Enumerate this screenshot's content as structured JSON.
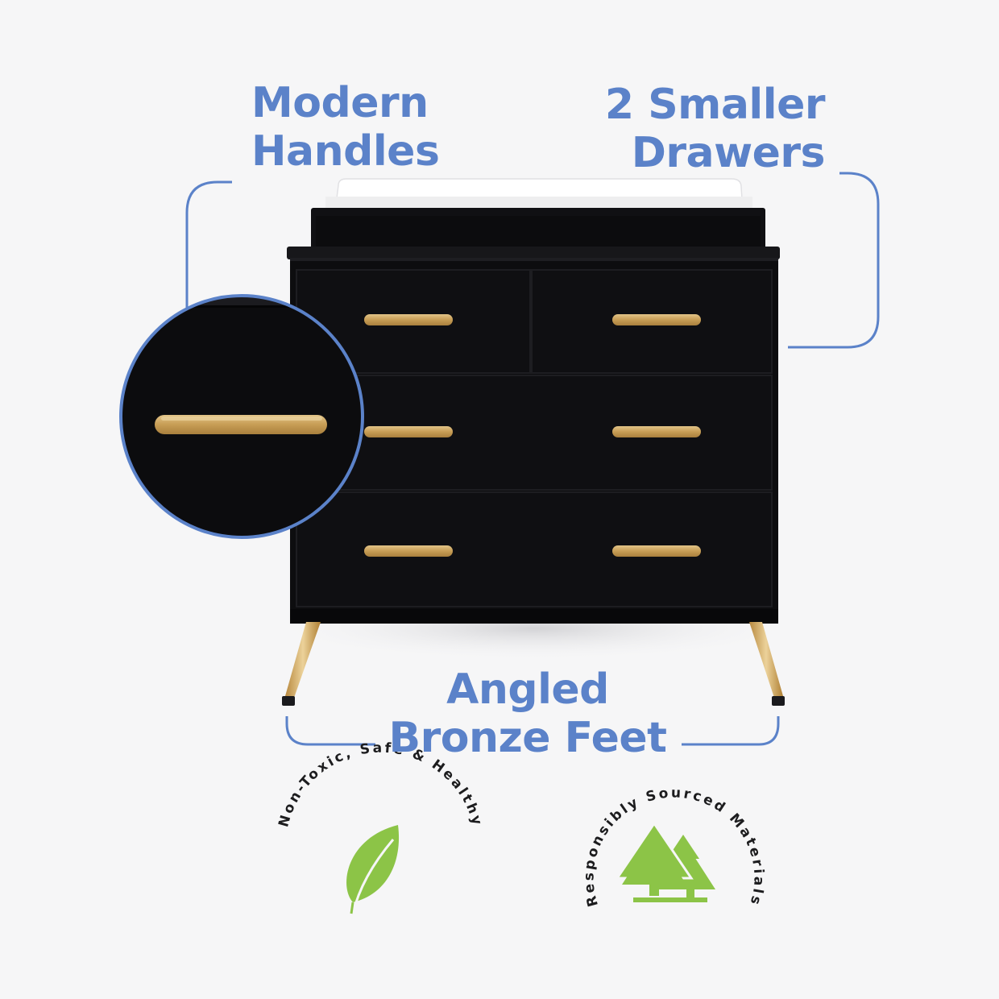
{
  "callouts": {
    "handles": {
      "line1": "Modern",
      "line2": "Handles"
    },
    "drawers": {
      "line1": "2 Smaller",
      "line2": "Drawers"
    },
    "feet": {
      "line1": "Angled",
      "line2": "Bronze Feet"
    }
  },
  "badges": {
    "non_toxic": {
      "text": "Non-Toxic, Safe & Healthy",
      "icon": "leaf-icon"
    },
    "sourced": {
      "text": "Responsibly Sourced Materials",
      "icon": "pine-trees-icon"
    }
  },
  "colors": {
    "accent_blue": "#5b82c9",
    "dresser_black": "#0d0d0f",
    "handle_gold": "#c9a25a",
    "badge_green": "#8cc447",
    "background": "#f6f6f7"
  }
}
